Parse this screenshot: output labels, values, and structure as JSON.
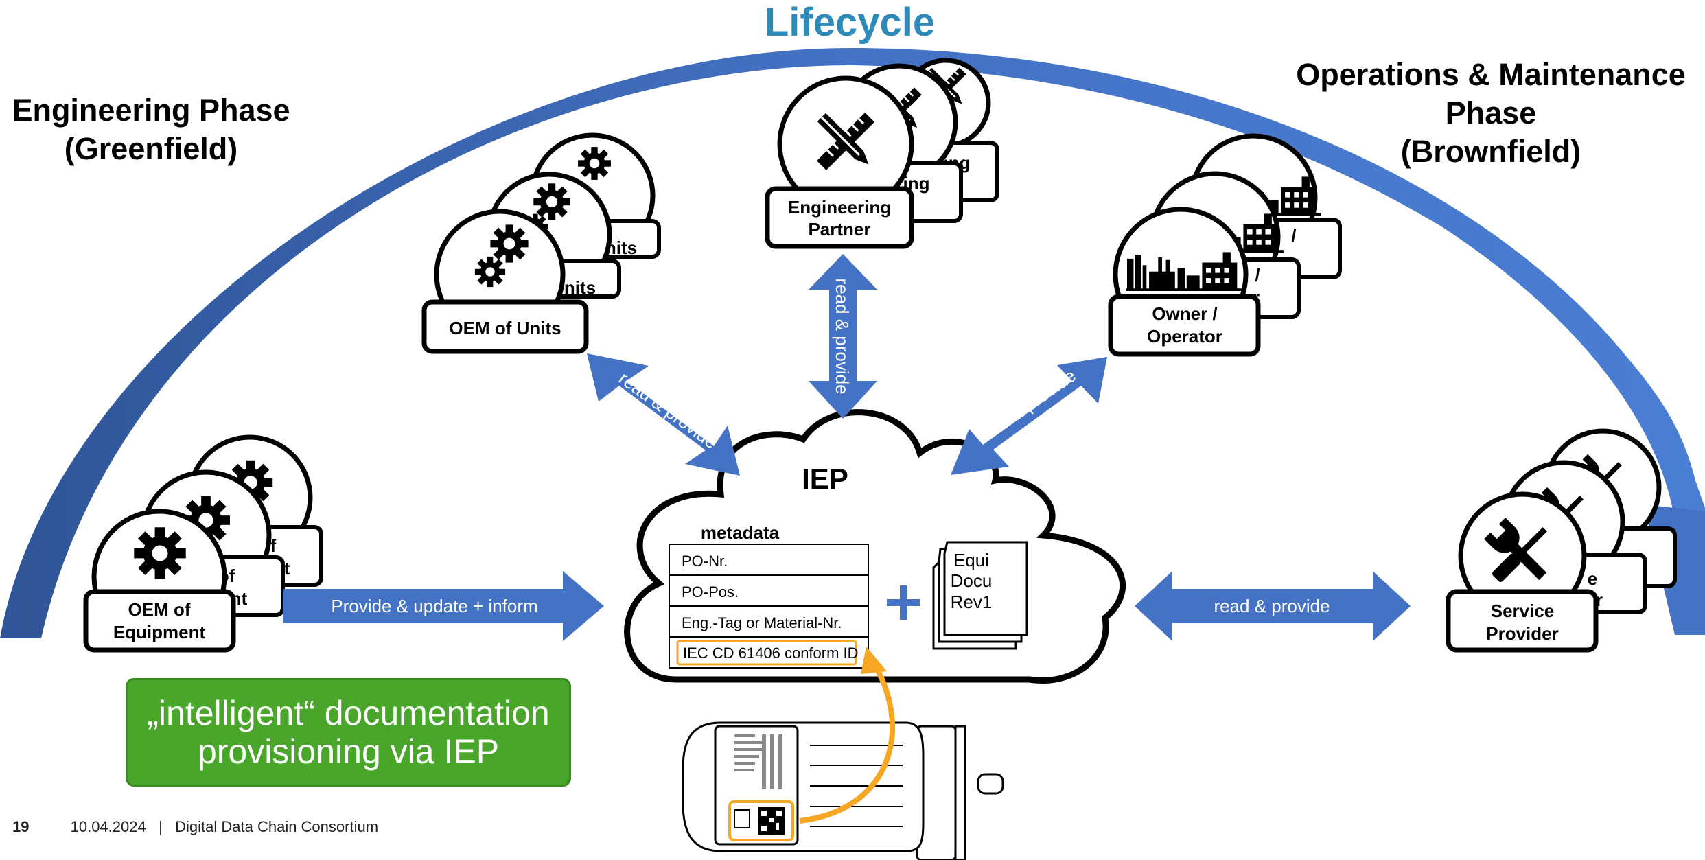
{
  "title": "Lifecycle",
  "phases": {
    "engineering": {
      "line1": "Engineering Phase",
      "line2": "(Greenfield)"
    },
    "operations": {
      "line1": "Operations & Maintenance",
      "line2": "Phase",
      "line3": "(Brownfield)"
    }
  },
  "actors": {
    "oem_units": {
      "label": "OEM of Units",
      "behind_1": "nits",
      "behind_2": "nits"
    },
    "engineering_partner": {
      "line1": "Engineering",
      "line2": "Partner",
      "behind_1": "ring",
      "behind_2": "ing"
    },
    "owner_operator": {
      "line1": "Owner /",
      "line2": "Operator",
      "behind_1": "/",
      "behind_2": "r",
      "behind_3": "/"
    },
    "oem_equipment": {
      "line1": "OEM of",
      "line2": "Equipment",
      "behind_1": "f",
      "behind_2": "nt",
      "behind_3": "of",
      "behind_4": "nt"
    },
    "service_provider": {
      "line1": "Service",
      "line2": "Provider",
      "behind_1": "e",
      "behind_2": "r"
    }
  },
  "arrows": {
    "units": "read & provide",
    "engineering": "read & provide",
    "owner": "read & provide",
    "equipment": "Provide & update + inform",
    "service": "read & provide"
  },
  "iep": {
    "label": "IEP",
    "metadata_title": "metadata",
    "metadata_rows": [
      "PO-Nr.",
      "PO-Pos.",
      "Eng.-Tag or Material-Nr.",
      "IEC CD 61406 conform ID"
    ],
    "doc_lines": [
      "Equi",
      "Docu",
      "Rev1"
    ]
  },
  "callout": "„intelligent“ documentation provisioning via IEP",
  "footer": {
    "page": "19",
    "date": "10.04.2024",
    "separator": "|",
    "org": "Digital Data Chain Consortium"
  },
  "colors": {
    "arc": "#4472c4",
    "title": "#2e8ab8",
    "green": "#4aa52b",
    "highlight": "#f5a623"
  }
}
